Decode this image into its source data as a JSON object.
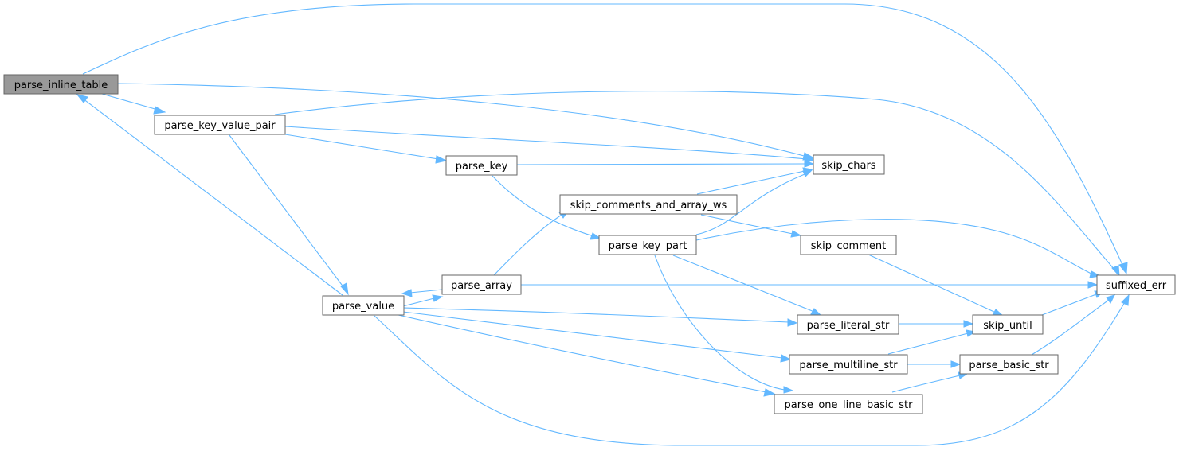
{
  "graph": {
    "nodes": {
      "parse_inline_table": "parse_inline_table",
      "parse_key_value_pair": "parse_key_value_pair",
      "parse_value": "parse_value",
      "parse_array": "parse_array",
      "parse_key": "parse_key",
      "skip_comments_and_array_ws": "skip_comments_and_array_ws",
      "parse_key_part": "parse_key_part",
      "skip_chars": "skip_chars",
      "skip_comment": "skip_comment",
      "parse_literal_str": "parse_literal_str",
      "parse_multiline_str": "parse_multiline_str",
      "parse_one_line_basic_str": "parse_one_line_basic_str",
      "skip_until": "skip_until",
      "parse_basic_str": "parse_basic_str",
      "suffixed_err": "suffixed_err"
    },
    "highlighted_node": "parse_inline_table",
    "edges": [
      [
        "parse_inline_table",
        "suffixed_err"
      ],
      [
        "parse_inline_table",
        "parse_key_value_pair"
      ],
      [
        "parse_inline_table",
        "skip_chars"
      ],
      [
        "parse_key_value_pair",
        "suffixed_err"
      ],
      [
        "parse_key_value_pair",
        "skip_chars"
      ],
      [
        "parse_key_value_pair",
        "parse_key"
      ],
      [
        "parse_key_value_pair",
        "parse_value"
      ],
      [
        "parse_value",
        "parse_inline_table"
      ],
      [
        "parse_value",
        "parse_array"
      ],
      [
        "parse_value",
        "parse_literal_str"
      ],
      [
        "parse_value",
        "parse_multiline_str"
      ],
      [
        "parse_value",
        "parse_one_line_basic_str"
      ],
      [
        "parse_value",
        "suffixed_err"
      ],
      [
        "parse_array",
        "parse_value"
      ],
      [
        "parse_array",
        "skip_comments_and_array_ws"
      ],
      [
        "parse_array",
        "suffixed_err"
      ],
      [
        "parse_key",
        "skip_chars"
      ],
      [
        "parse_key",
        "parse_key_part"
      ],
      [
        "skip_comments_and_array_ws",
        "skip_chars"
      ],
      [
        "skip_comments_and_array_ws",
        "skip_comment"
      ],
      [
        "parse_key_part",
        "skip_chars"
      ],
      [
        "parse_key_part",
        "suffixed_err"
      ],
      [
        "parse_key_part",
        "parse_literal_str"
      ],
      [
        "parse_key_part",
        "parse_one_line_basic_str"
      ],
      [
        "skip_comment",
        "skip_until"
      ],
      [
        "parse_literal_str",
        "skip_until"
      ],
      [
        "parse_multiline_str",
        "skip_until"
      ],
      [
        "parse_multiline_str",
        "parse_basic_str"
      ],
      [
        "parse_one_line_basic_str",
        "parse_basic_str"
      ],
      [
        "skip_until",
        "suffixed_err"
      ],
      [
        "parse_basic_str",
        "suffixed_err"
      ]
    ],
    "colors": {
      "edge": "#63b8ff",
      "node_border": "#666666",
      "highlight_fill": "#999999"
    }
  }
}
